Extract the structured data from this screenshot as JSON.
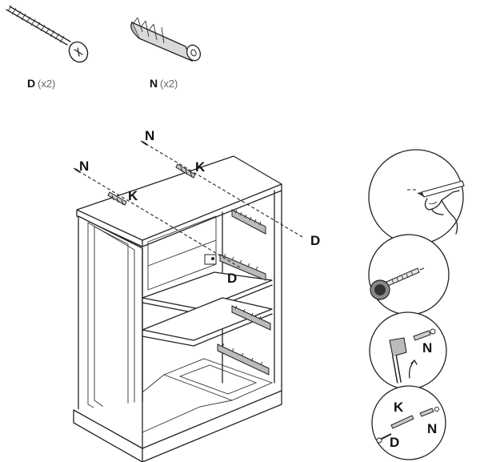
{
  "parts": {
    "screw": {
      "letter": "D",
      "qty": "(x2)",
      "icon": "screw-icon"
    },
    "plug": {
      "letter": "N",
      "qty": "(x2)",
      "icon": "wall-plug-icon"
    }
  },
  "callouts": {
    "n_left": "N",
    "n_top": "N",
    "k_left": "K",
    "k_top": "K",
    "d_right": "D",
    "d_inner": "D"
  },
  "steps": {
    "step3": {
      "n": "N"
    },
    "step4": {
      "k": "K",
      "n": "N",
      "d": "D"
    }
  }
}
